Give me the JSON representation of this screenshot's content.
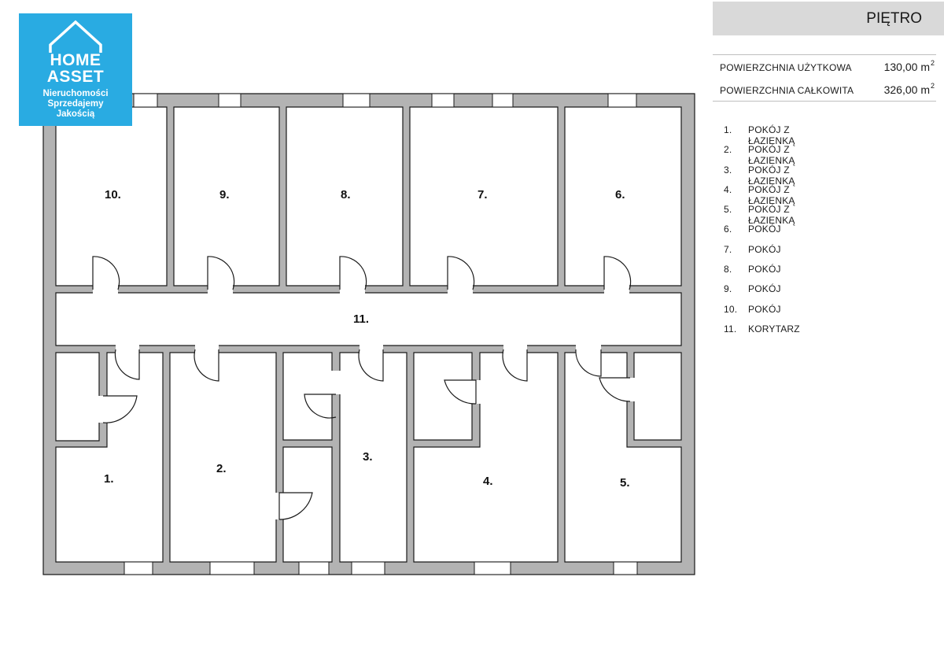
{
  "logo": {
    "line1": "HOME",
    "line2": "ASSET",
    "tagline": [
      "Nieruchomości",
      "Sprzedajemy",
      "Jakością"
    ],
    "color": "#29abe2",
    "icon": "house-roof-icon"
  },
  "header": {
    "title": "PIĘTRO"
  },
  "areas": [
    {
      "label": "POWIERZCHNIA UŻYTKOWA",
      "value": "130,00 m",
      "unit_sup": "2"
    },
    {
      "label": "POWIERZCHNIA CAŁKOWITA",
      "value": "326,00 m",
      "unit_sup": "2"
    }
  ],
  "legend": [
    {
      "num": "1.",
      "text": "POKÓJ Z ŁAZIENKĄ"
    },
    {
      "num": "2.",
      "text": "POKÓJ Z ŁAZIENKĄ"
    },
    {
      "num": "3.",
      "text": "POKÓJ Z ŁAZIENKĄ"
    },
    {
      "num": "4.",
      "text": "POKÓJ Z ŁAZIENKĄ"
    },
    {
      "num": "5.",
      "text": "POKÓJ Z ŁAZIENKĄ"
    },
    {
      "num": "6.",
      "text": "POKÓJ"
    },
    {
      "num": "7.",
      "text": "POKÓJ"
    },
    {
      "num": "8.",
      "text": "POKÓJ"
    },
    {
      "num": "9.",
      "text": "POKÓJ"
    },
    {
      "num": "10.",
      "text": "POKÓJ"
    },
    {
      "num": "11.",
      "text": "KORYTARZ"
    }
  ],
  "plan_labels": {
    "r1": "1.",
    "r2": "2.",
    "r3": "3.",
    "r4": "4.",
    "r5": "5.",
    "r6": "6.",
    "r7": "7.",
    "r8": "8.",
    "r9": "9.",
    "r10": "10.",
    "r11": "11."
  },
  "colors": {
    "wall": "#b3b3b3",
    "wall_stroke": "#1a1a1a",
    "header_bg": "#d9d9d9"
  }
}
